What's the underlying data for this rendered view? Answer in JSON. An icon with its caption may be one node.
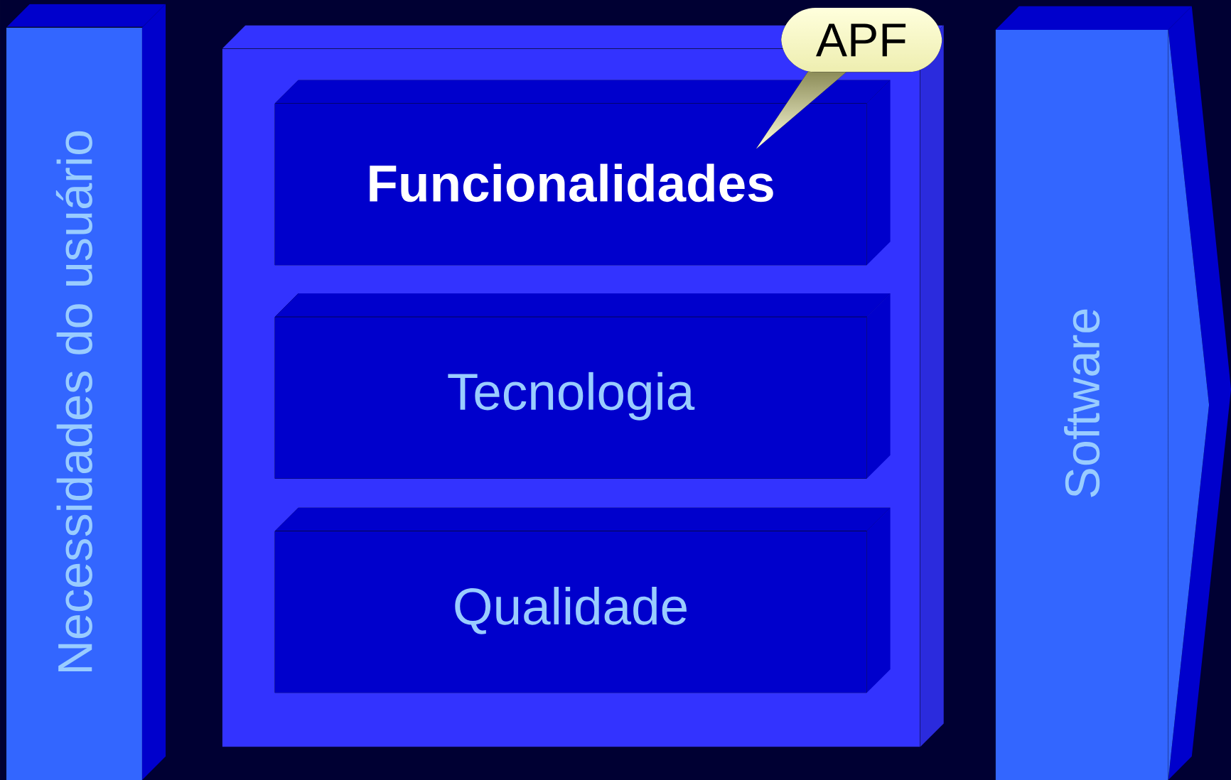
{
  "diagram": {
    "nodes": [
      {
        "text": [
          "Necessidades do usuário"
        ]
      },
      {
        "text": [],
        "shape": "box"
      },
      {
        "text": [
          "Funcionalidades"
        ],
        "in": 1
      },
      {
        "text": [
          "Tecnologia"
        ],
        "in": 1
      },
      {
        "text": [
          "Qualidade"
        ],
        "in": 1
      },
      {
        "text": [
          "APF"
        ]
      },
      {
        "text": [
          "Software"
        ]
      }
    ]
  }
}
